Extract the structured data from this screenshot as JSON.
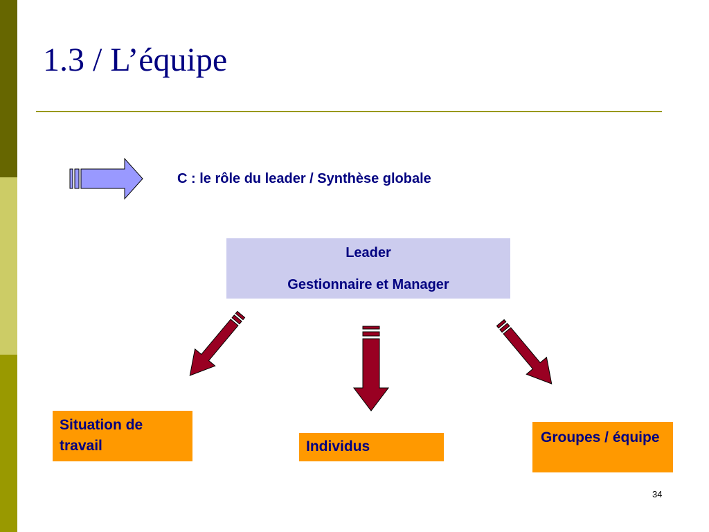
{
  "slide": {
    "title": "1.3 / L’équipe",
    "subtitle": "C : le rôle du leader / Synthèse globale",
    "page_number": "34"
  },
  "leader_box": {
    "line1": "Leader",
    "line2": "Gestionnaire et Manager"
  },
  "outcomes": {
    "situation": "Situation de travail",
    "individus": "Individus",
    "groupes": "Groupes / équipe"
  },
  "colors": {
    "sidebar_dark": "#666600",
    "sidebar_light": "#cccc66",
    "sidebar_mid": "#999900",
    "title_text": "#000080",
    "leader_fill": "#ccccee",
    "outcome_fill": "#ff9900",
    "arrow_red": "#990022",
    "pointer_arrow": "#9999ff"
  },
  "icons": {
    "pointer": "right-arrow-icon",
    "connectors": "down-arrow-icon"
  }
}
